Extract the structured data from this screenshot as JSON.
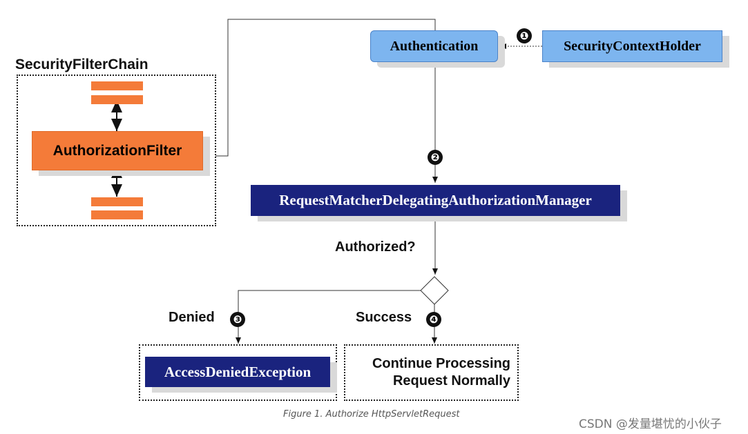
{
  "diagram": {
    "chain_title": "SecurityFilterChain",
    "authorization_filter": "AuthorizationFilter",
    "authentication": "Authentication",
    "security_context_holder": "SecurityContextHolder",
    "manager": "RequestMatcherDelegatingAuthorizationManager",
    "decision_question": "Authorized?",
    "denied_label": "Denied",
    "success_label": "Success",
    "access_denied": "AccessDeniedException",
    "continue_line1": "Continue Processing",
    "continue_line2": "Request Normally",
    "steps": [
      "❶",
      "❷",
      "❸",
      "❹"
    ]
  },
  "caption": "Figure 1. Authorize HttpServletRequest",
  "watermark": "CSDN @发量堪忧的小伙子",
  "colors": {
    "orange": "#f47b39",
    "light_blue": "#7db5ef",
    "navy": "#1a237e"
  }
}
